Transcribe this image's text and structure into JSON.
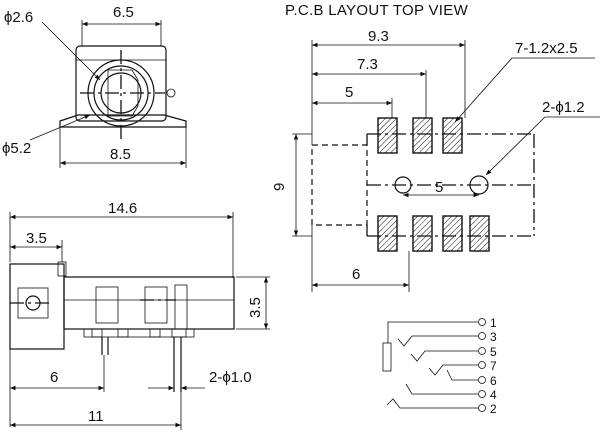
{
  "title": "P.C.B LAYOUT TOP VIEW",
  "front_view": {
    "hole_dia": "ϕ2.6",
    "width_top": "6.5",
    "outer_dia": "ϕ5.2",
    "width_bottom": "8.5"
  },
  "side_view": {
    "length": "14.6",
    "offset": "3.5",
    "height": "3.5",
    "pin_offset": "6",
    "pin_dia": "2-ϕ1.0",
    "total": "11"
  },
  "pcb_layout": {
    "dim_9_3": "9.3",
    "dim_7_3": "7.3",
    "dim_5_top": "5",
    "pad_spec": "7-1.2x2.5",
    "hole_spec": "2-ϕ1.2",
    "dim_9": "9",
    "dim_5_mid": "5",
    "dim_6": "6"
  },
  "schematic": {
    "pins": [
      "1",
      "3",
      "5",
      "7",
      "6",
      "4",
      "2"
    ]
  }
}
